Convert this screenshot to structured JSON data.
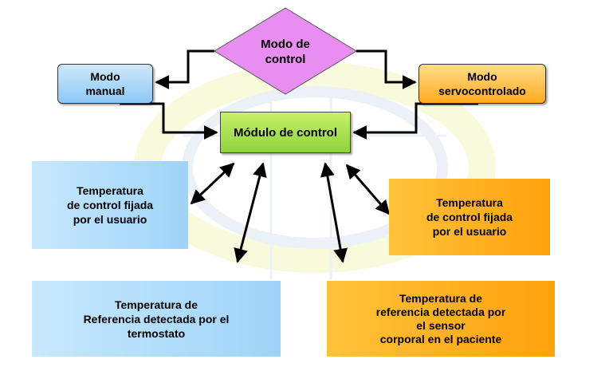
{
  "diagram": {
    "modo_control": "Modo de\ncontrol",
    "modo_manual": "Modo\nmanual",
    "modo_servocontrolado": "Modo\nservocontrolado",
    "modulo_control": "Módulo de control",
    "temp_usuario_izquierda": "Temperatura\nde control fijada\npor el usuario",
    "temp_usuario_derecha": "Temperatura\nde control fijada\npor el usuario",
    "temp_termostato": "Temperatura de\nReferencia detectada por el\ntermostato",
    "temp_sensor": "Temperatura de\nreferencia detectada por\nel sensor\ncorporal en el paciente"
  },
  "colors": {
    "modo_control_fill": "#e88ef0",
    "blue_box": "#a8d8f8",
    "orange_box": "#ffaa1e",
    "green_box": "#9adb45",
    "arrow": "#000000",
    "watermark": "#dde6f3"
  }
}
